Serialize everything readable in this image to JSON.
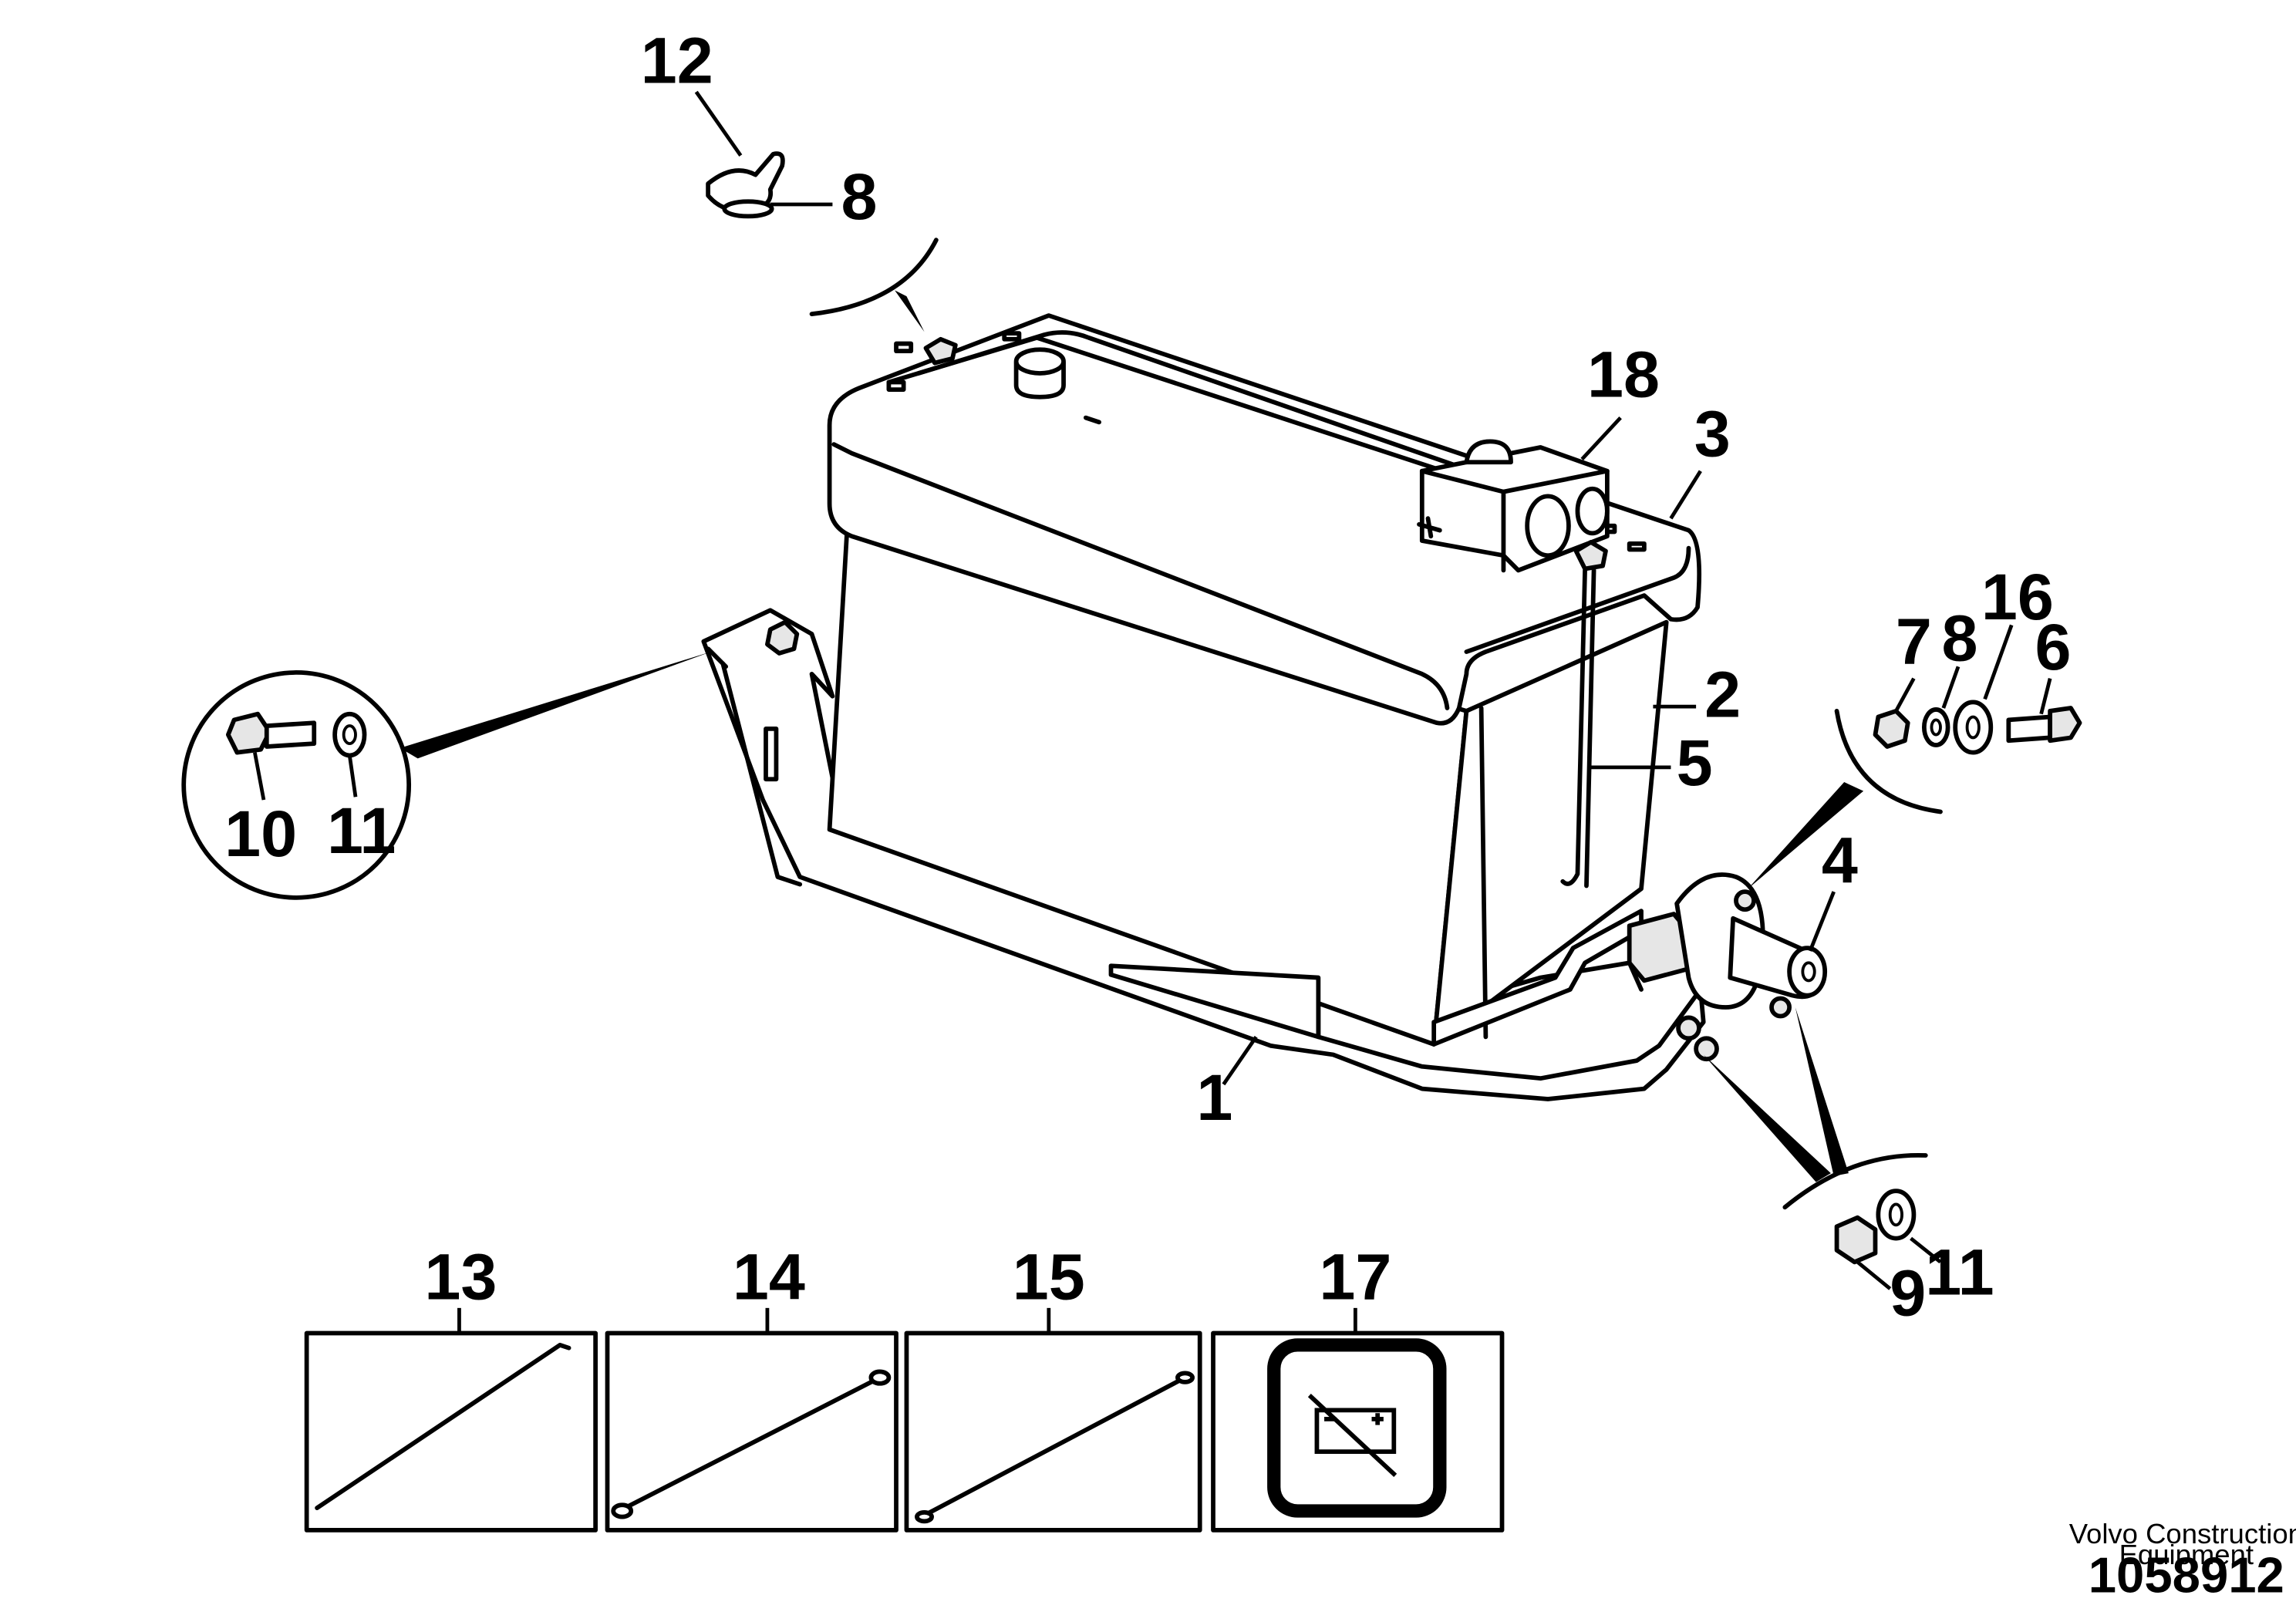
{
  "callouts": {
    "c1": "1",
    "c2": "2",
    "c3": "3",
    "c4": "4",
    "c5": "5",
    "c6": "6",
    "c7": "7",
    "c8_top": "8",
    "c8_right": "8",
    "c9": "9",
    "c10": "10",
    "c11_left": "11",
    "c11_bottom": "11",
    "c12": "12",
    "c13": "13",
    "c14": "14",
    "c15": "15",
    "c16": "16",
    "c17": "17",
    "c18": "18"
  },
  "footer": {
    "credit_line1": "Volvo Construction",
    "credit_line2": "Equipment",
    "document_number": "1058912"
  },
  "icons": {
    "battery_disconnect_symbol": "battery-crossed-out-icon"
  }
}
